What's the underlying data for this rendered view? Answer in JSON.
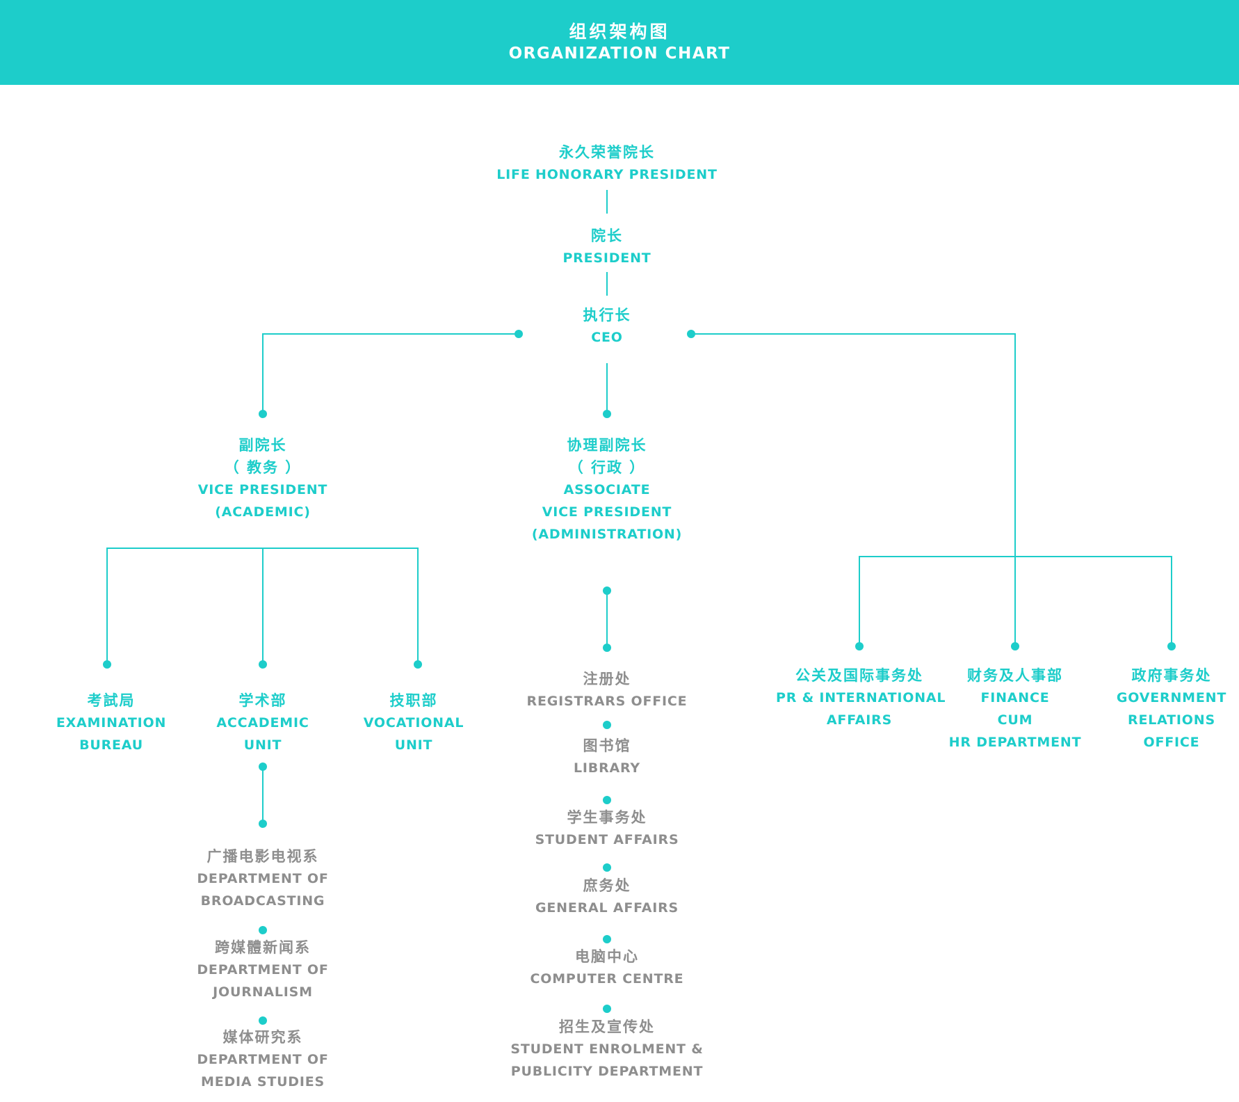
{
  "header": {
    "title_zh": "组织架构图",
    "title_en": "ORGANIZATION CHART"
  },
  "colors": {
    "accent": "#1dcdca",
    "muted_text": "#8e8e8e",
    "background": "#ffffff"
  },
  "nodes": {
    "life_honorary_president": {
      "zh": "永久荣誉院长",
      "en": "LIFE HONORARY PRESIDENT"
    },
    "president": {
      "zh": "院长",
      "en": "PRESIDENT"
    },
    "ceo": {
      "zh": "执行长",
      "en": "CEO"
    },
    "vp_academic": {
      "zh_1": "副院长",
      "zh_2": "（ 教务 ）",
      "en_1": "VICE PRESIDENT",
      "en_2": "(ACADEMIC)"
    },
    "avp_admin": {
      "zh_1": "协理副院长",
      "zh_2": "（ 行政 ）",
      "en_1": "ASSOCIATE",
      "en_2": "VICE PRESIDENT",
      "en_3": "(ADMINISTRATION)"
    },
    "examination_bureau": {
      "zh": "考試局",
      "en_1": "EXAMINATION",
      "en_2": "BUREAU"
    },
    "academic_unit": {
      "zh": "学术部",
      "en_1": "ACCADEMIC",
      "en_2": "UNIT"
    },
    "vocational_unit": {
      "zh": "技职部",
      "en_1": "VOCATIONAL",
      "en_2": "UNIT"
    },
    "pr_international": {
      "zh": "公关及国际事务处",
      "en_1": "PR & INTERNATIONAL",
      "en_2": "AFFAIRS"
    },
    "finance_hr": {
      "zh": "财务及人事部",
      "en_1": "FINANCE",
      "en_2": "CUM",
      "en_3": "HR DEPARTMENT"
    },
    "government_relations": {
      "zh": "政府事务处",
      "en_1": "GOVERNMENT",
      "en_2": "RELATIONS",
      "en_3": "OFFICE"
    },
    "dept_broadcasting": {
      "zh": "广播电影电视系",
      "en_1": "DEPARTMENT OF",
      "en_2": "BROADCASTING"
    },
    "dept_journalism": {
      "zh": "跨媒體新闻系",
      "en_1": "DEPARTMENT OF",
      "en_2": "JOURNALISM"
    },
    "dept_media_studies": {
      "zh": "媒体研究系",
      "en_1": "DEPARTMENT OF",
      "en_2": "MEDIA STUDIES"
    },
    "registrars_office": {
      "zh": "注册处",
      "en": "REGISTRARS OFFICE"
    },
    "library": {
      "zh": "图书馆",
      "en": "LIBRARY"
    },
    "student_affairs": {
      "zh": "学生事务处",
      "en": "STUDENT AFFAIRS"
    },
    "general_affairs": {
      "zh": "庶务处",
      "en": "GENERAL AFFAIRS"
    },
    "computer_centre": {
      "zh": "电脑中心",
      "en": "COMPUTER CENTRE"
    },
    "enrolment_publicity": {
      "zh": "招生及宣传处",
      "en_1": "STUDENT ENROLMENT &",
      "en_2": "PUBLICITY DEPARTMENT"
    }
  }
}
